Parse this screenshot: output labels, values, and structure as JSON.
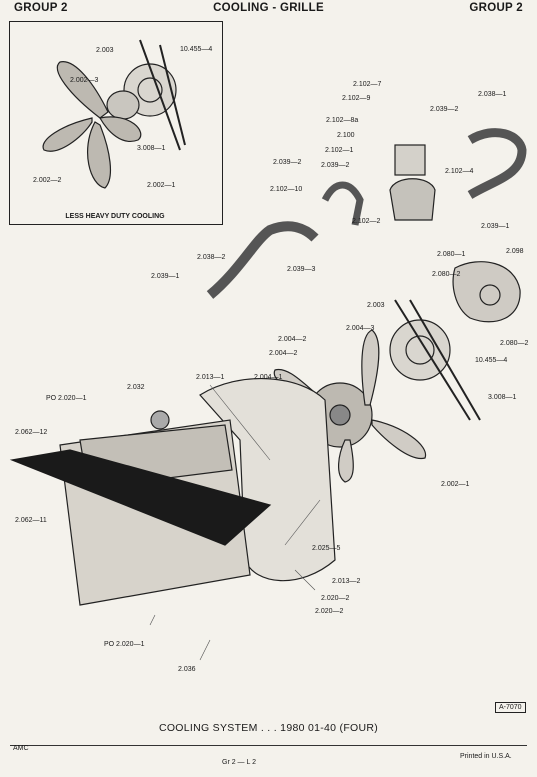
{
  "header": {
    "group_left": "GROUP 2",
    "title": "COOLING - GRILLE",
    "group_right": "GROUP 2"
  },
  "inset": {
    "caption": "LESS HEAVY DUTY COOLING",
    "labels": [
      "2.003",
      "10.455—4",
      "2.002—3",
      "3.008—1",
      "2.002—2",
      "2.002—1"
    ]
  },
  "labels": [
    "2.102—7",
    "2.102—9",
    "2.038—1",
    "2.039—2",
    "2.102—8a",
    "2.100",
    "2.102—1",
    "2.039—2",
    "2.039—2",
    "2.102—4",
    "2.102—10",
    "2.102—2",
    "2.039—1",
    "2.038—2",
    "2.039—3",
    "2.039—1",
    "2.080—1",
    "2.098",
    "2.080—2",
    "2.080—2",
    "2.003",
    "2.004—3",
    "2.004—2",
    "2.004—2",
    "10.455—4",
    "2.013—1",
    "2.004—1",
    "3.008—1",
    "2.032",
    "PO 2.020—1",
    "2.062—12",
    "2.002—1",
    "2.062—11",
    "2.025—5",
    "2.013—2",
    "2.020—2",
    "2.020—2",
    "PO 2.020—1",
    "2.036"
  ],
  "reference": "A-7070",
  "caption": "COOLING SYSTEM . . . 1980  01-40 (FOUR)",
  "footer": {
    "left": "AMC",
    "center": "Gr  2  —  L  2",
    "right": "Printed  in U.S.A."
  }
}
